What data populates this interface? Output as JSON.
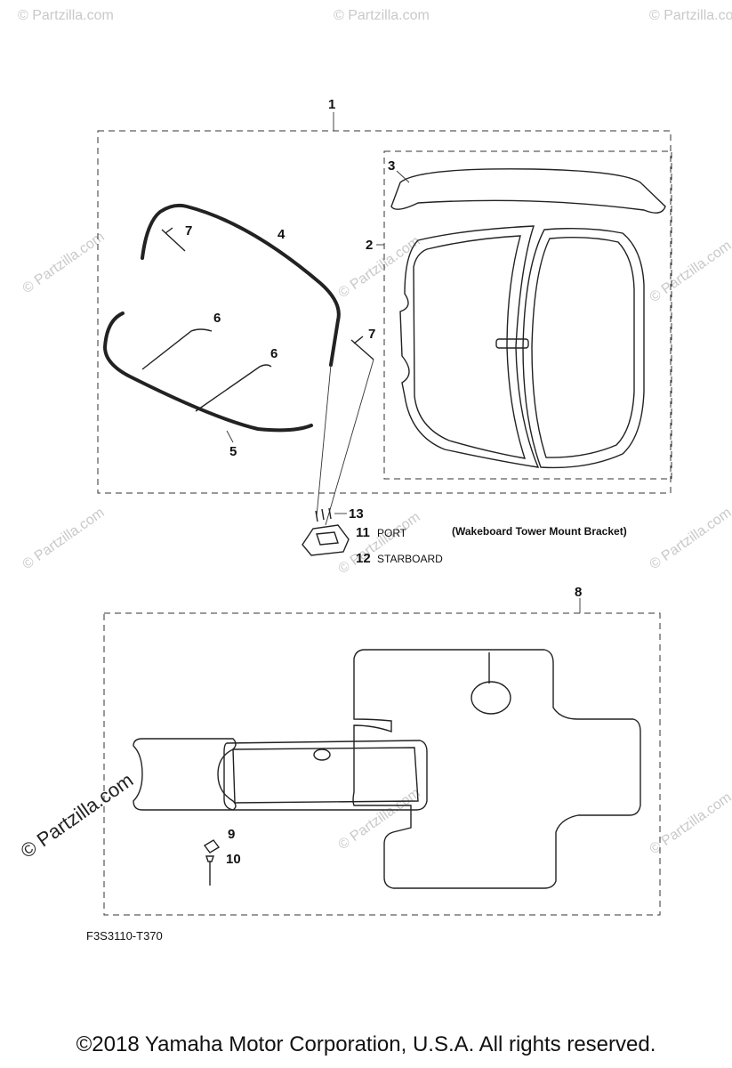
{
  "watermarks": {
    "text": "© Partzilla.com",
    "large_text": "© Partzilla.com"
  },
  "callouts": {
    "c1": "1",
    "c2": "2",
    "c3": "3",
    "c4": "4",
    "c5": "5",
    "c6a": "6",
    "c6b": "6",
    "c7a": "7",
    "c7b": "7",
    "c8": "8",
    "c9": "9",
    "c10": "10",
    "c11": "11",
    "c12": "12",
    "c13": "13"
  },
  "labels": {
    "port": "PORT",
    "starboard": "STARBOARD",
    "bracket_note": "(Wakeboard Tower Mount Bracket)"
  },
  "diagram_code": "F3S3110-T370",
  "copyright": "©2018  Yamaha Motor Corporation, U.S.A. All rights reserved."
}
